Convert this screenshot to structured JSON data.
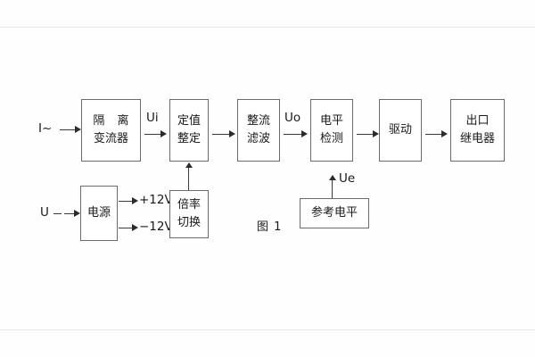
{
  "diagram": {
    "caption": "图 1",
    "blocks": [
      {
        "id": "isolation-transformer",
        "line1": "隔 离",
        "line2": "变流器"
      },
      {
        "id": "setting-value",
        "line1": "定值",
        "line2": "整定"
      },
      {
        "id": "rectify-filter",
        "line1": "整流",
        "line2": "滤波"
      },
      {
        "id": "level-detection",
        "line1": "电平",
        "line2": "检测"
      },
      {
        "id": "drive",
        "line1": "驱动",
        "line2": ""
      },
      {
        "id": "output-relay",
        "line1": "出口",
        "line2": "继电器"
      },
      {
        "id": "power-supply",
        "line1": "电源",
        "line2": ""
      },
      {
        "id": "multiplier-switch",
        "line1": "倍率",
        "line2": "切换"
      },
      {
        "id": "reference-level",
        "line1": "参考电平",
        "line2": ""
      }
    ],
    "signals": {
      "current_input": "I~",
      "voltage_input": "U",
      "ui": "Ui",
      "uo": "Uo",
      "ue": "Ue",
      "supply_pos": "+12V",
      "supply_neg": "−12V"
    },
    "colors": {
      "box_border": "#6b6b6b",
      "line": "#3a3a3a",
      "text": "#1a1a1a",
      "background": "#fefefe"
    }
  }
}
